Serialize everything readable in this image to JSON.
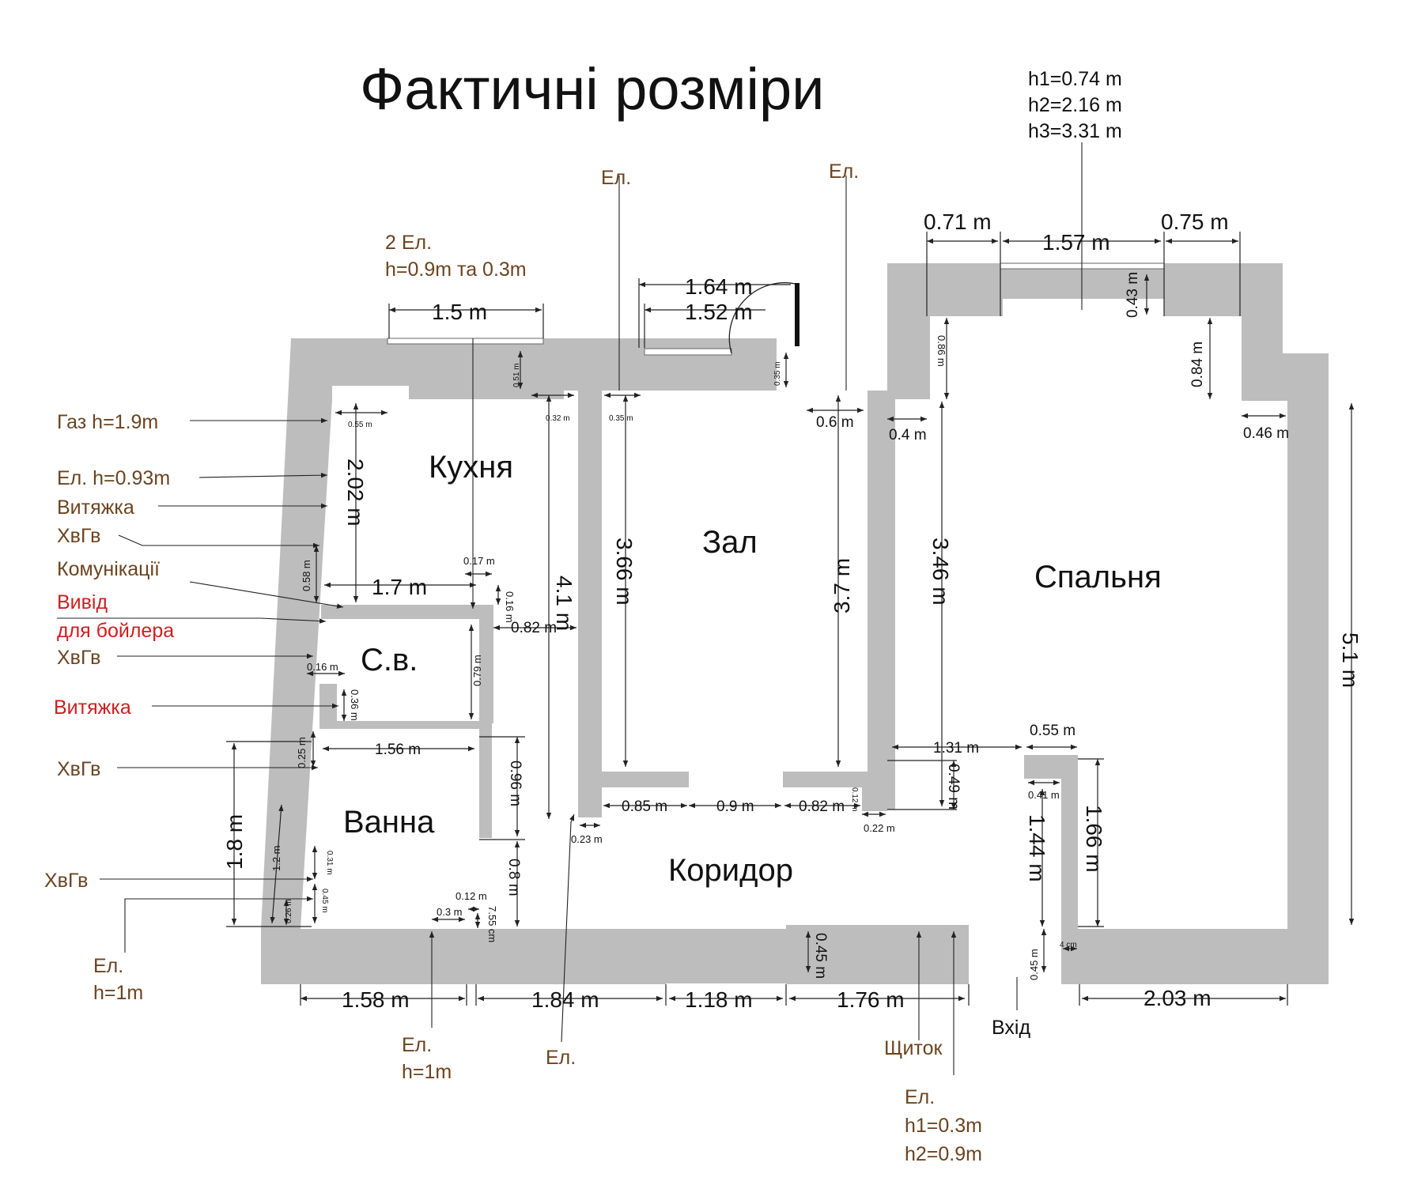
{
  "title": "Фактичні розміри",
  "colors": {
    "wall": "#bdbdbd",
    "note_brown": "#6b4420",
    "note_red": "#cc1f1f"
  },
  "rooms": {
    "kitchen": "Кухня",
    "hall": "Зал",
    "bedroom": "Спальня",
    "wc": "С.в.",
    "bath": "Ванна",
    "corridor": "Коридор"
  },
  "notes": {
    "window_heights": [
      "h1=0.74 m",
      "h2=2.16 m",
      "h3=3.31 m"
    ],
    "el_top1": "Ел.",
    "el_top2": "Ел.",
    "two_el": [
      "2 Ел.",
      "h=0.9m та 0.3m"
    ],
    "gas": "Газ h=1.9m",
    "el_093": "Ел. h=0.93m",
    "hood1": "Витяжка",
    "hvgv1": "ХвГв",
    "comm": "Комунікації",
    "boiler": [
      "Вивід",
      "для бойлера"
    ],
    "hvgv2": "ХвГв",
    "hood2": "Витяжка",
    "hvgv3": "ХвГв",
    "hvgv4": "ХвГв",
    "el_1m_left": [
      "Ел.",
      "h=1m"
    ],
    "el_1m_bottom": [
      "Ел.",
      "h=1m"
    ],
    "el_bottom": "Ел.",
    "panel": "Щиток",
    "el_bottom_right": [
      "Ел.",
      "h1=0.3m",
      "h2=0.9m"
    ],
    "entrance": "Вхід"
  },
  "dims": {
    "d071": "0.71 m",
    "d157": "1.57 m",
    "d075": "0.75 m",
    "d043": "0.43 m",
    "d164": "1.64 m",
    "d152": "1.52 m",
    "d15": "1.5 m",
    "d051": "0.51 m",
    "d035v": "0.35 m",
    "d086": "0.86 m",
    "d084": "0.84 m",
    "d055a": "0.55 m",
    "d032": "0.32 m",
    "d035h": "0.35 m",
    "d06": "0.6 m",
    "d04": "0.4 m",
    "d046": "0.46 m",
    "d202": "2.02 m",
    "d366": "3.66 m",
    "d37": "3.7 m",
    "d346": "3.46 m",
    "d41": "4.1 m",
    "d51": "5.1 m",
    "d058": "0.58 m",
    "d17": "1.7 m",
    "d017": "0.17 m",
    "d016v": "0.16 m",
    "d082a": "0.82 m",
    "d079": "0.79 m",
    "d016h": "0.16 m",
    "d036": "0.36 m",
    "d025": "0.25 m",
    "d156": "1.56 m",
    "d096": "0.96 m",
    "d085": "0.85 m",
    "d09": "0.9 m",
    "d082b": "0.82 m",
    "d012a": "0.12 m",
    "d023": "0.23 m",
    "d022": "0.22 m",
    "d131": "1.31 m",
    "d055b": "0.55 m",
    "d049": "0.49 m",
    "d041": "0.41 m",
    "d144": "1.44 m",
    "d166": "1.66 m",
    "d18": "1.8 m",
    "d12": "1.2 m",
    "d031": "0.31 m",
    "d045a": "0.45 m",
    "d026": "0.26 m",
    "d08": "0.8 m",
    "d012b": "0.12 m",
    "d03": "0.3 m",
    "d755": "7.55 cm",
    "d045b": "0.45 m",
    "d045c": "0.45 m",
    "d4cm": "4 cm",
    "d158": "1.58 m",
    "d184": "1.84 m",
    "d118": "1.18 m",
    "d176": "1.76 m",
    "d203": "2.03 m"
  }
}
